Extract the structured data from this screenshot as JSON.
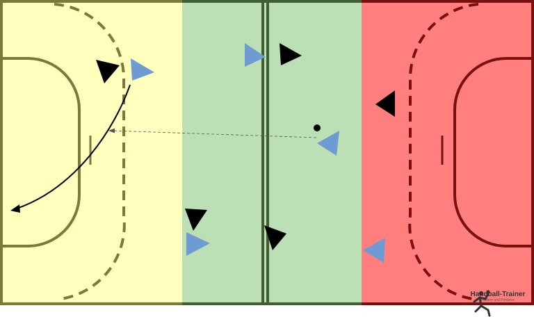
{
  "zones": [
    {
      "name": "defense-zone",
      "color": "#ffffbe"
    },
    {
      "name": "midfield-zone",
      "color": "#bcdfb6"
    },
    {
      "name": "attack-zone",
      "color": "#ff7f7f"
    }
  ],
  "line_colors": {
    "defense": "#7a7a3a",
    "midfield": "#3f5f32",
    "attack": "#7a0f0f"
  },
  "team_colors": {
    "blue": "#6f9bd3",
    "black": "#000000"
  },
  "branding": {
    "title": "Handball-Trainer",
    "tagline": "Fördern und Förderen"
  }
}
